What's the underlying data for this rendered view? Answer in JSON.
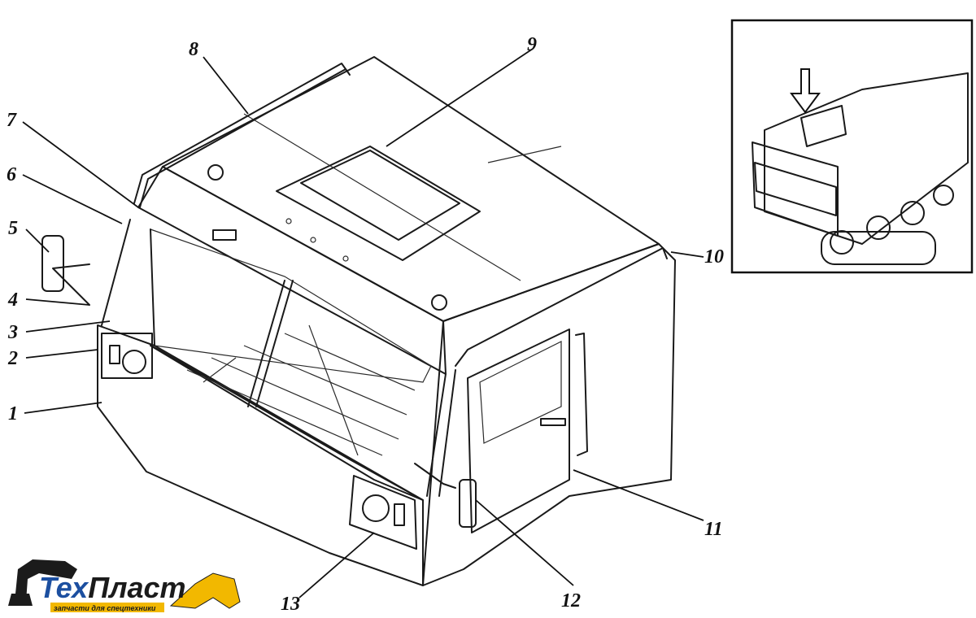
{
  "callouts": [
    {
      "id": "1",
      "label": "1"
    },
    {
      "id": "2",
      "label": "2"
    },
    {
      "id": "3",
      "label": "3"
    },
    {
      "id": "4",
      "label": "4"
    },
    {
      "id": "5",
      "label": "5"
    },
    {
      "id": "6",
      "label": "6"
    },
    {
      "id": "7",
      "label": "7"
    },
    {
      "id": "8",
      "label": "8"
    },
    {
      "id": "9",
      "label": "9"
    },
    {
      "id": "10",
      "label": "10"
    },
    {
      "id": "11",
      "label": "11"
    },
    {
      "id": "12",
      "label": "12"
    },
    {
      "id": "13",
      "label": "13"
    }
  ],
  "logo": {
    "brand_prefix": "Тех",
    "brand_suffix": "Пласт",
    "tagline": "запчасти для спецтехники",
    "color_dark": "#1b1b1b",
    "color_yellow": "#f2b800",
    "color_blue": "#1c4fa0"
  }
}
